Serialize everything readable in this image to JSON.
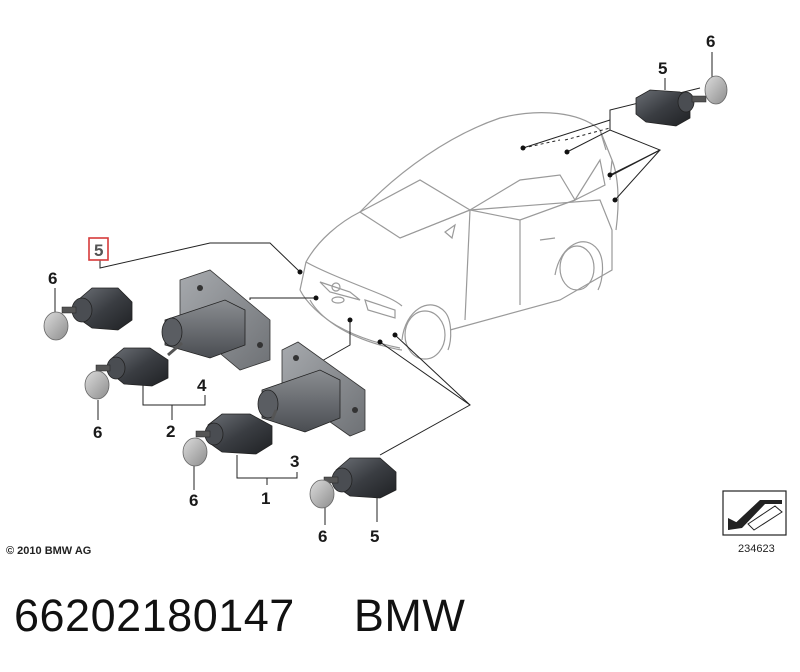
{
  "callouts": {
    "c6_top": "6",
    "c5_top": "5",
    "c5_highlight": "5",
    "c6_left_upper": "6",
    "c4": "4",
    "c2": "2",
    "c6_left_mid": "6",
    "c3": "3",
    "c6_bottom_left": "6",
    "c1": "1",
    "c6_bottom": "6",
    "c5_bottom": "5"
  },
  "copyright": "© 2010 BMW AG",
  "reference_number": "234623",
  "footer": {
    "part_number": "66202180147",
    "brand": "BMW"
  },
  "colors": {
    "highlight_box": "#d63a3a",
    "sensor_dark": "#3c3f44",
    "car_outline": "#9a9a9a"
  }
}
